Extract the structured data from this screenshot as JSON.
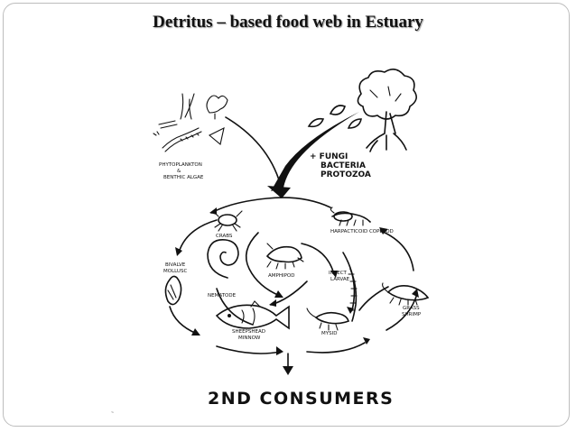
{
  "title": "Detritus – based food web in Estuary",
  "labels": {
    "producers": [
      "PHYTOPLANKTON",
      "&",
      "BENTHIC ALGAE"
    ],
    "decomposers": [
      "+ FUNGI",
      "BACTERIA",
      "PROTOZOA"
    ],
    "crabs": "CRABS",
    "copepod": "HARPACTICOID COPEPOD",
    "bivalve": [
      "BIVALVE",
      "MOLLUSC"
    ],
    "amphipod": "AMPHIPOD",
    "insect": [
      "INSECT",
      "LARVAE"
    ],
    "nematode": "NEMATODE",
    "grass_shrimp": [
      "GRASS",
      "SHRIMP"
    ],
    "minnow": [
      "SHEEPSHEAD",
      "MINNOW"
    ],
    "mysid": "MYSID",
    "consumers": "2ND CONSUMERS"
  },
  "footer_mark": "~"
}
